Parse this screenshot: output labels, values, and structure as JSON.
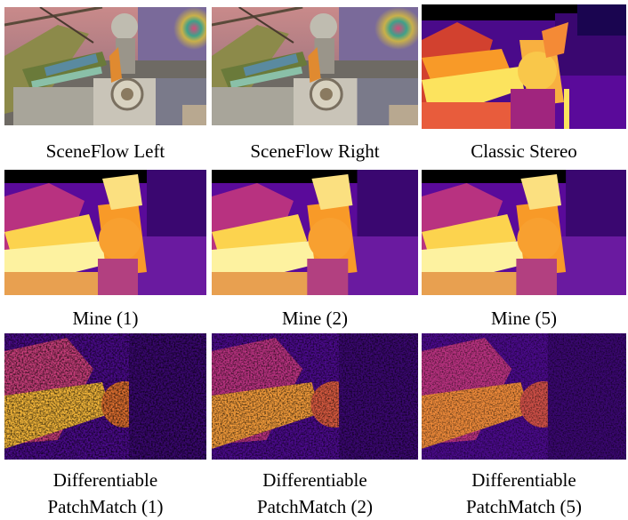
{
  "figure": {
    "captions": {
      "sceneflow_left": "SceneFlow Left",
      "sceneflow_right": "SceneFlow Right",
      "classic_stereo": "Classic Stereo",
      "mine_1": "Mine (1)",
      "mine_2": "Mine (2)",
      "mine_5": "Mine (5)",
      "dpm_1_line1": "Differentiable",
      "dpm_1_line2": "PatchMatch (1)",
      "dpm_2_line1": "Differentiable",
      "dpm_2_line2": "PatchMatch (2)",
      "dpm_5_line1": "Differentiable",
      "dpm_5_line2": "PatchMatch (5)"
    },
    "colors": {
      "disparity_low": "#0d0887",
      "disparity_mid": "#cc4778",
      "disparity_high": "#f0f921",
      "background": "#ffffff"
    }
  }
}
